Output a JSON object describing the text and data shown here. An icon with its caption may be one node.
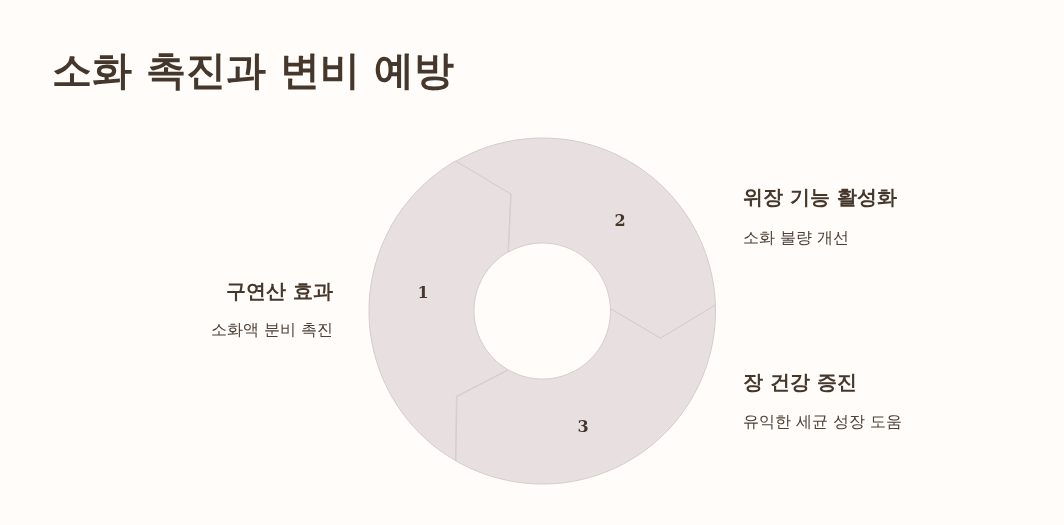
{
  "diagram": {
    "title": "소화 촉진과 변비 예방",
    "nodes": [
      {
        "text": [
          "1"
        ],
        "beside": [
          "구연산 효과",
          "소화액 분비 촉진"
        ]
      },
      {
        "text": [
          "2"
        ],
        "beside": [
          "위장 기능 활성화",
          "소화 불량 개선"
        ]
      },
      {
        "text": [
          "3"
        ],
        "beside": [
          "장 건강 증진",
          "유익한 세균 성장 도움"
        ]
      }
    ]
  }
}
